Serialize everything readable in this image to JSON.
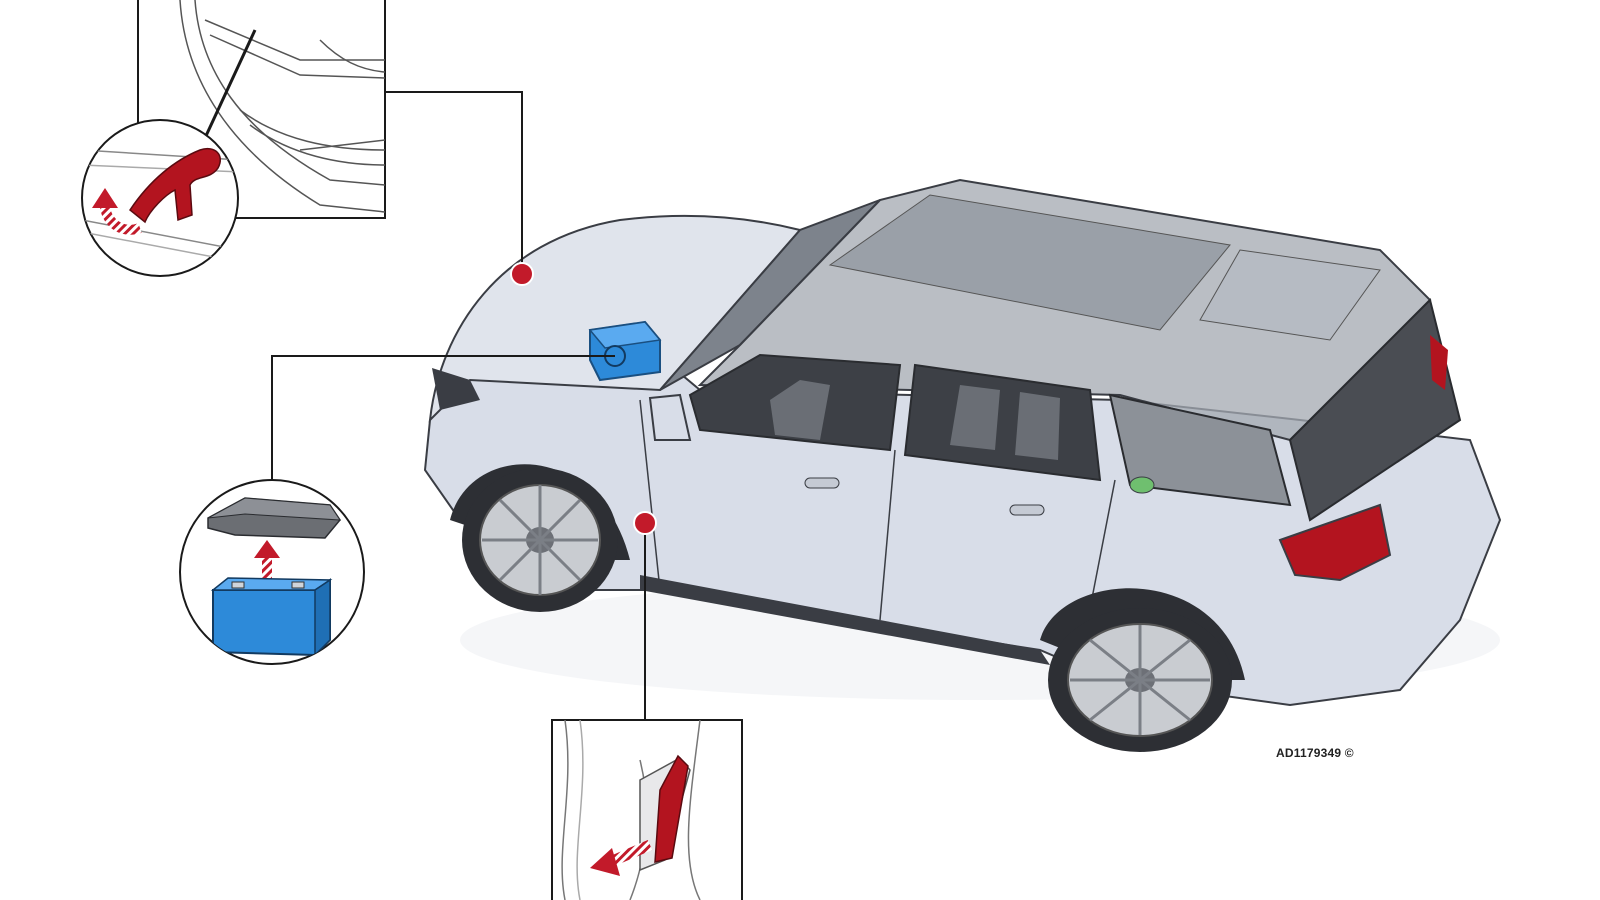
{
  "image_reference": "AD1179349 ©",
  "palette": {
    "body_fill": "#d8dde8",
    "body_stroke": "#3a3d44",
    "glass": "#8f959d",
    "callout_dot": "#c21a2a",
    "lever_red": "#b3141f",
    "battery_blue": "#2d8ad9",
    "cover_grey": "#6b6e73"
  },
  "callouts": [
    {
      "id": "bonnet-release-front",
      "icon": "bonnet-latch-lever-icon"
    },
    {
      "id": "battery-location",
      "icon": "battery-cover-removal-icon"
    },
    {
      "id": "bonnet-release-interior",
      "icon": "bonnet-release-handle-icon"
    }
  ]
}
